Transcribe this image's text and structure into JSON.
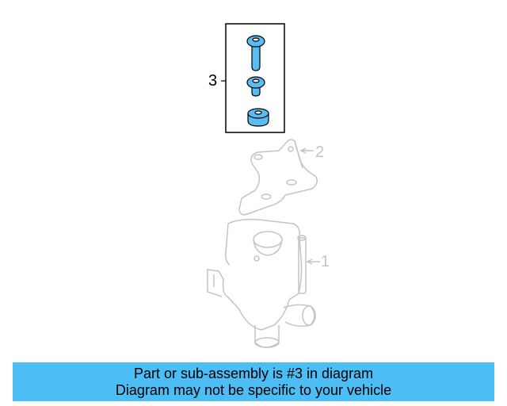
{
  "diagram": {
    "callouts": {
      "part3": "3",
      "part2": "2",
      "part1": "1"
    },
    "highlight_color": "#5bbcf2",
    "ghost_color": "#c4c4c4"
  },
  "banner": {
    "line1": "Part or sub-assembly is #3 in diagram",
    "line2": "Diagram may not be specific to your vehicle",
    "background": "#4dbdf5"
  }
}
